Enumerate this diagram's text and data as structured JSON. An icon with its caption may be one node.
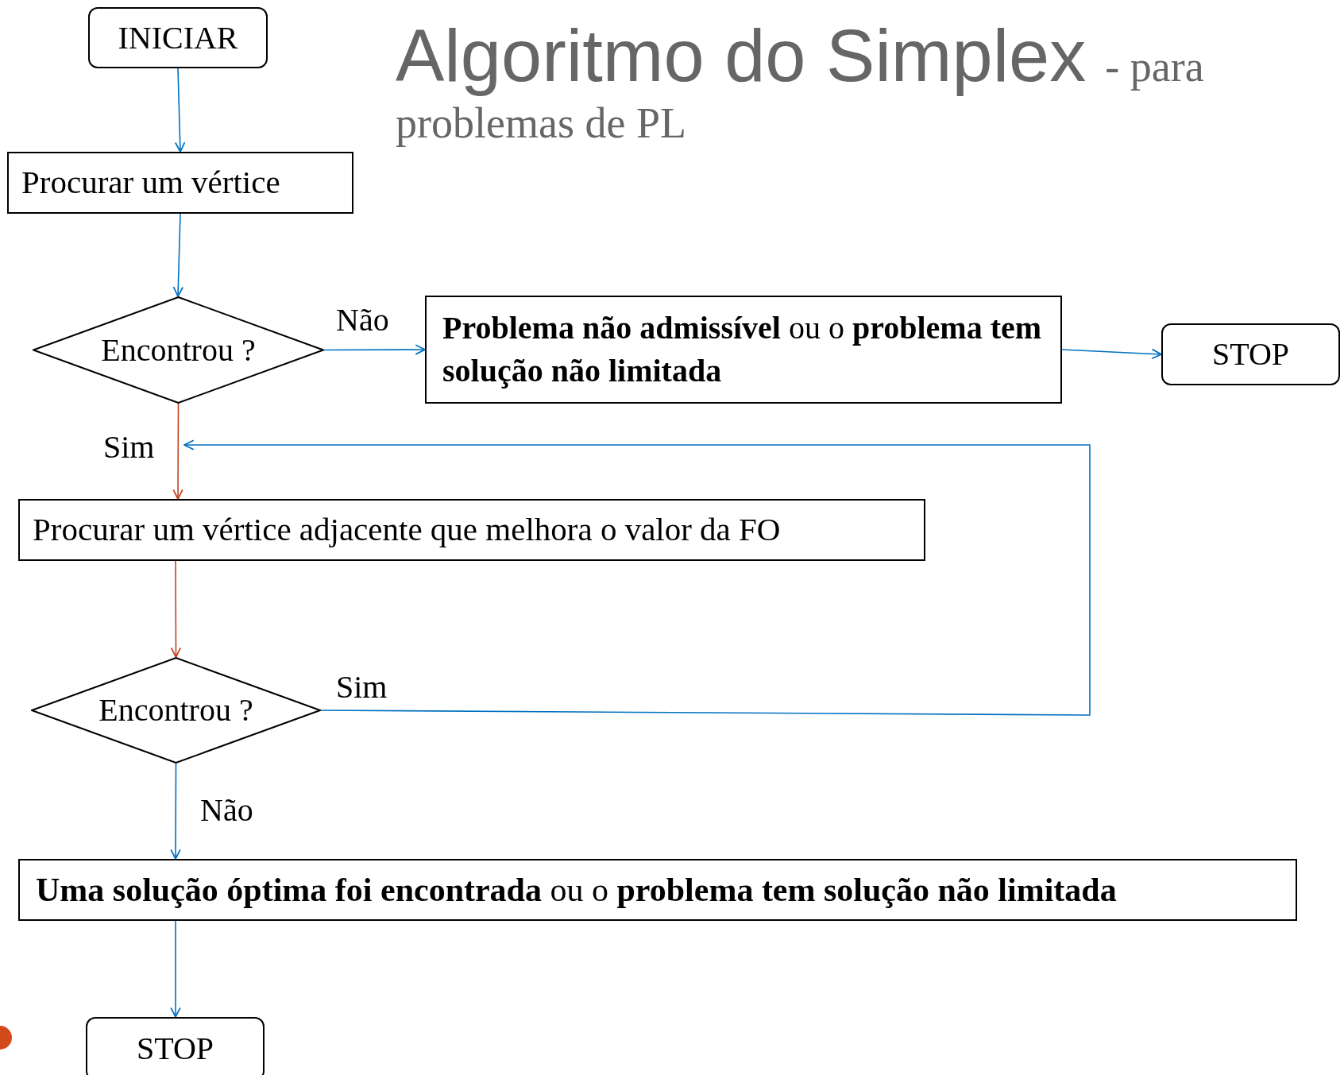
{
  "diagram": {
    "title": "Algoritmo do Simplex",
    "nodes": [
      {
        "text": [
          "INICIAR"
        ]
      },
      {
        "text": [
          "Procurar um vértice"
        ]
      },
      {
        "text": [
          "Encontrou ?"
        ]
      },
      {
        "text": [
          "**Problema não admissível** ou o **problema tem solução não limitada**"
        ]
      },
      {
        "text": [
          "STOP"
        ]
      },
      {
        "text": [
          "Procurar um vértice adjacente que melhora o valor da FO"
        ]
      },
      {
        "text": [
          "Encontrou ?"
        ]
      },
      {
        "text": [
          "**Uma solução óptima foi encontrada** ou o **problema tem solução não limitada**"
        ]
      },
      {
        "text": [
          "STOP"
        ]
      }
    ],
    "edges": [
      {
        "from": 0,
        "to": 1,
        "arrow": "to"
      },
      {
        "from": 1,
        "to": 2,
        "arrow": "to"
      },
      {
        "from": 2,
        "to": 3,
        "arrow": "to",
        "label": "Não"
      },
      {
        "from": 3,
        "to": 4,
        "arrow": "to"
      },
      {
        "from": 2,
        "to": 5,
        "arrow": "to",
        "label": "Sim",
        "color": "#c0431f"
      },
      {
        "from": 5,
        "to": 6,
        "arrow": "to",
        "color": "#c0431f"
      },
      {
        "from": 6,
        "to": null,
        "arrow": "to",
        "label": "Sim"
      },
      {
        "from": 6,
        "to": 7,
        "arrow": "to",
        "label": "Não"
      },
      {
        "from": 7,
        "to": 8,
        "arrow": "to"
      }
    ],
    "labels": [
      "- para problemas de PL"
    ]
  }
}
